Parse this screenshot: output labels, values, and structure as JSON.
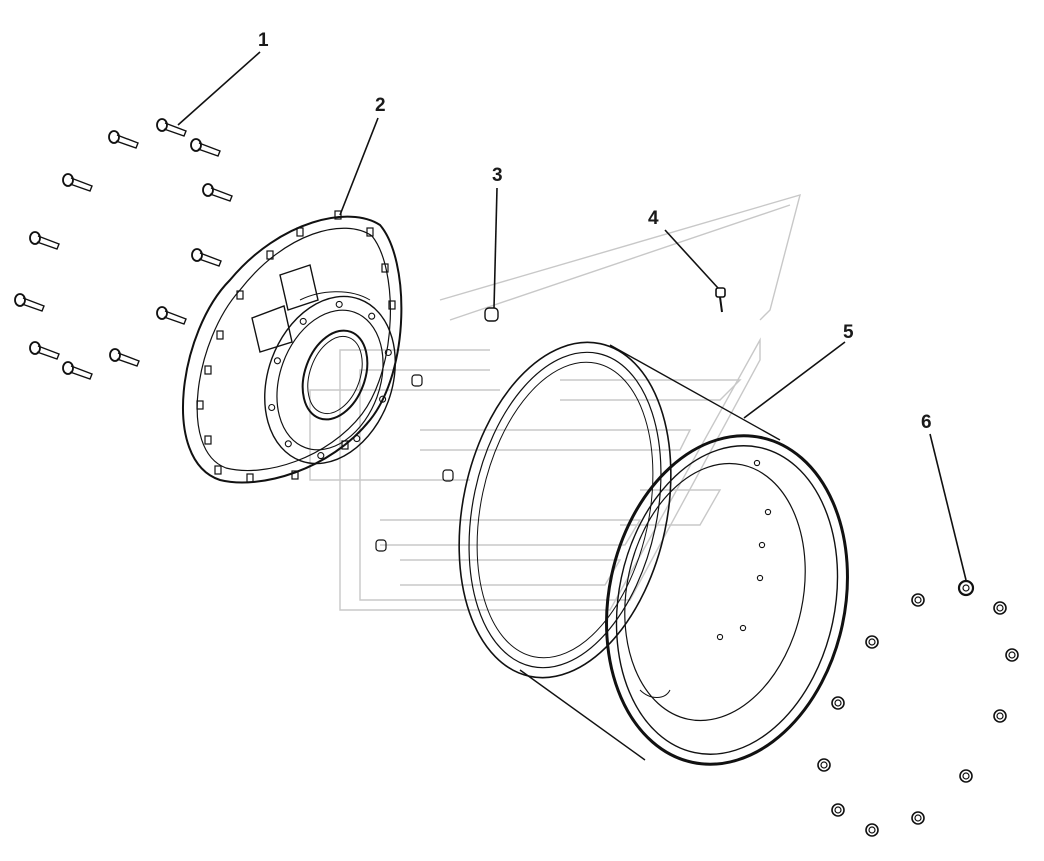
{
  "diagram": {
    "callouts": [
      {
        "id": "1",
        "label": "1"
      },
      {
        "id": "2",
        "label": "2"
      },
      {
        "id": "3",
        "label": "3"
      },
      {
        "id": "4",
        "label": "4"
      },
      {
        "id": "5",
        "label": "5"
      },
      {
        "id": "6",
        "label": "6"
      }
    ],
    "colors": {
      "line": "#111111",
      "watermark": "#c8c8c8",
      "background": "#ffffff"
    }
  }
}
